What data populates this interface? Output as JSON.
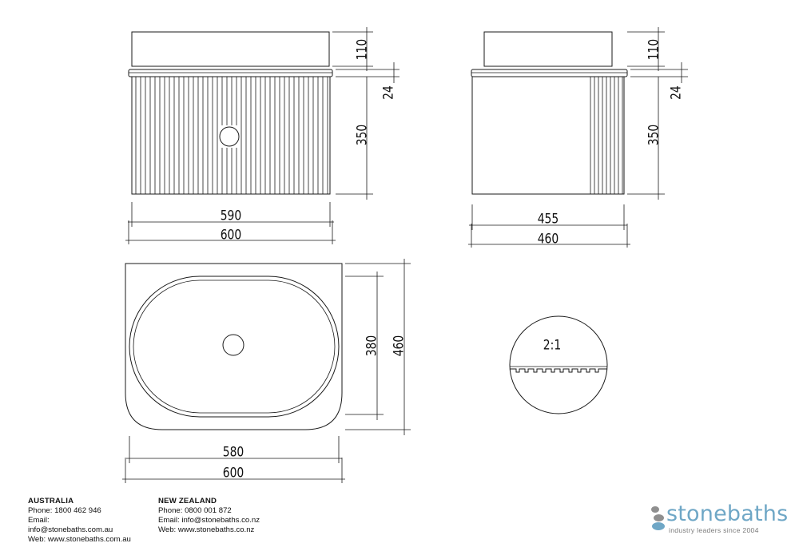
{
  "drawing": {
    "front_view": {
      "top_height": "110",
      "lip": "24",
      "cabinet_height": "350",
      "inner_width": "590",
      "overall_width": "600"
    },
    "side_view": {
      "top_height": "110",
      "lip": "24",
      "cabinet_height": "350",
      "inner_depth": "455",
      "overall_depth": "460"
    },
    "plan_view": {
      "bowl_depth": "380",
      "overall_depth": "460",
      "bowl_width": "580",
      "overall_width": "600"
    },
    "detail": {
      "scale": "2:1"
    }
  },
  "contacts": {
    "australia": {
      "region": "AUSTRALIA",
      "phone": "Phone: 1800 462 946",
      "email_label": "Email:",
      "email": "info@stonebaths.com.au",
      "web": "Web: www.stonebaths.com.au"
    },
    "new_zealand": {
      "region": "NEW ZEALAND",
      "phone": "Phone: 0800 001 872",
      "email": "Email: info@stonebaths.co.nz",
      "web": "Web: www.stonebaths.co.nz"
    }
  },
  "logo": {
    "name": "stonebaths",
    "tagline": "industry leaders since 2004",
    "colors": {
      "accent": "#6fa7c6",
      "pebble": "#8f8f8f"
    }
  }
}
